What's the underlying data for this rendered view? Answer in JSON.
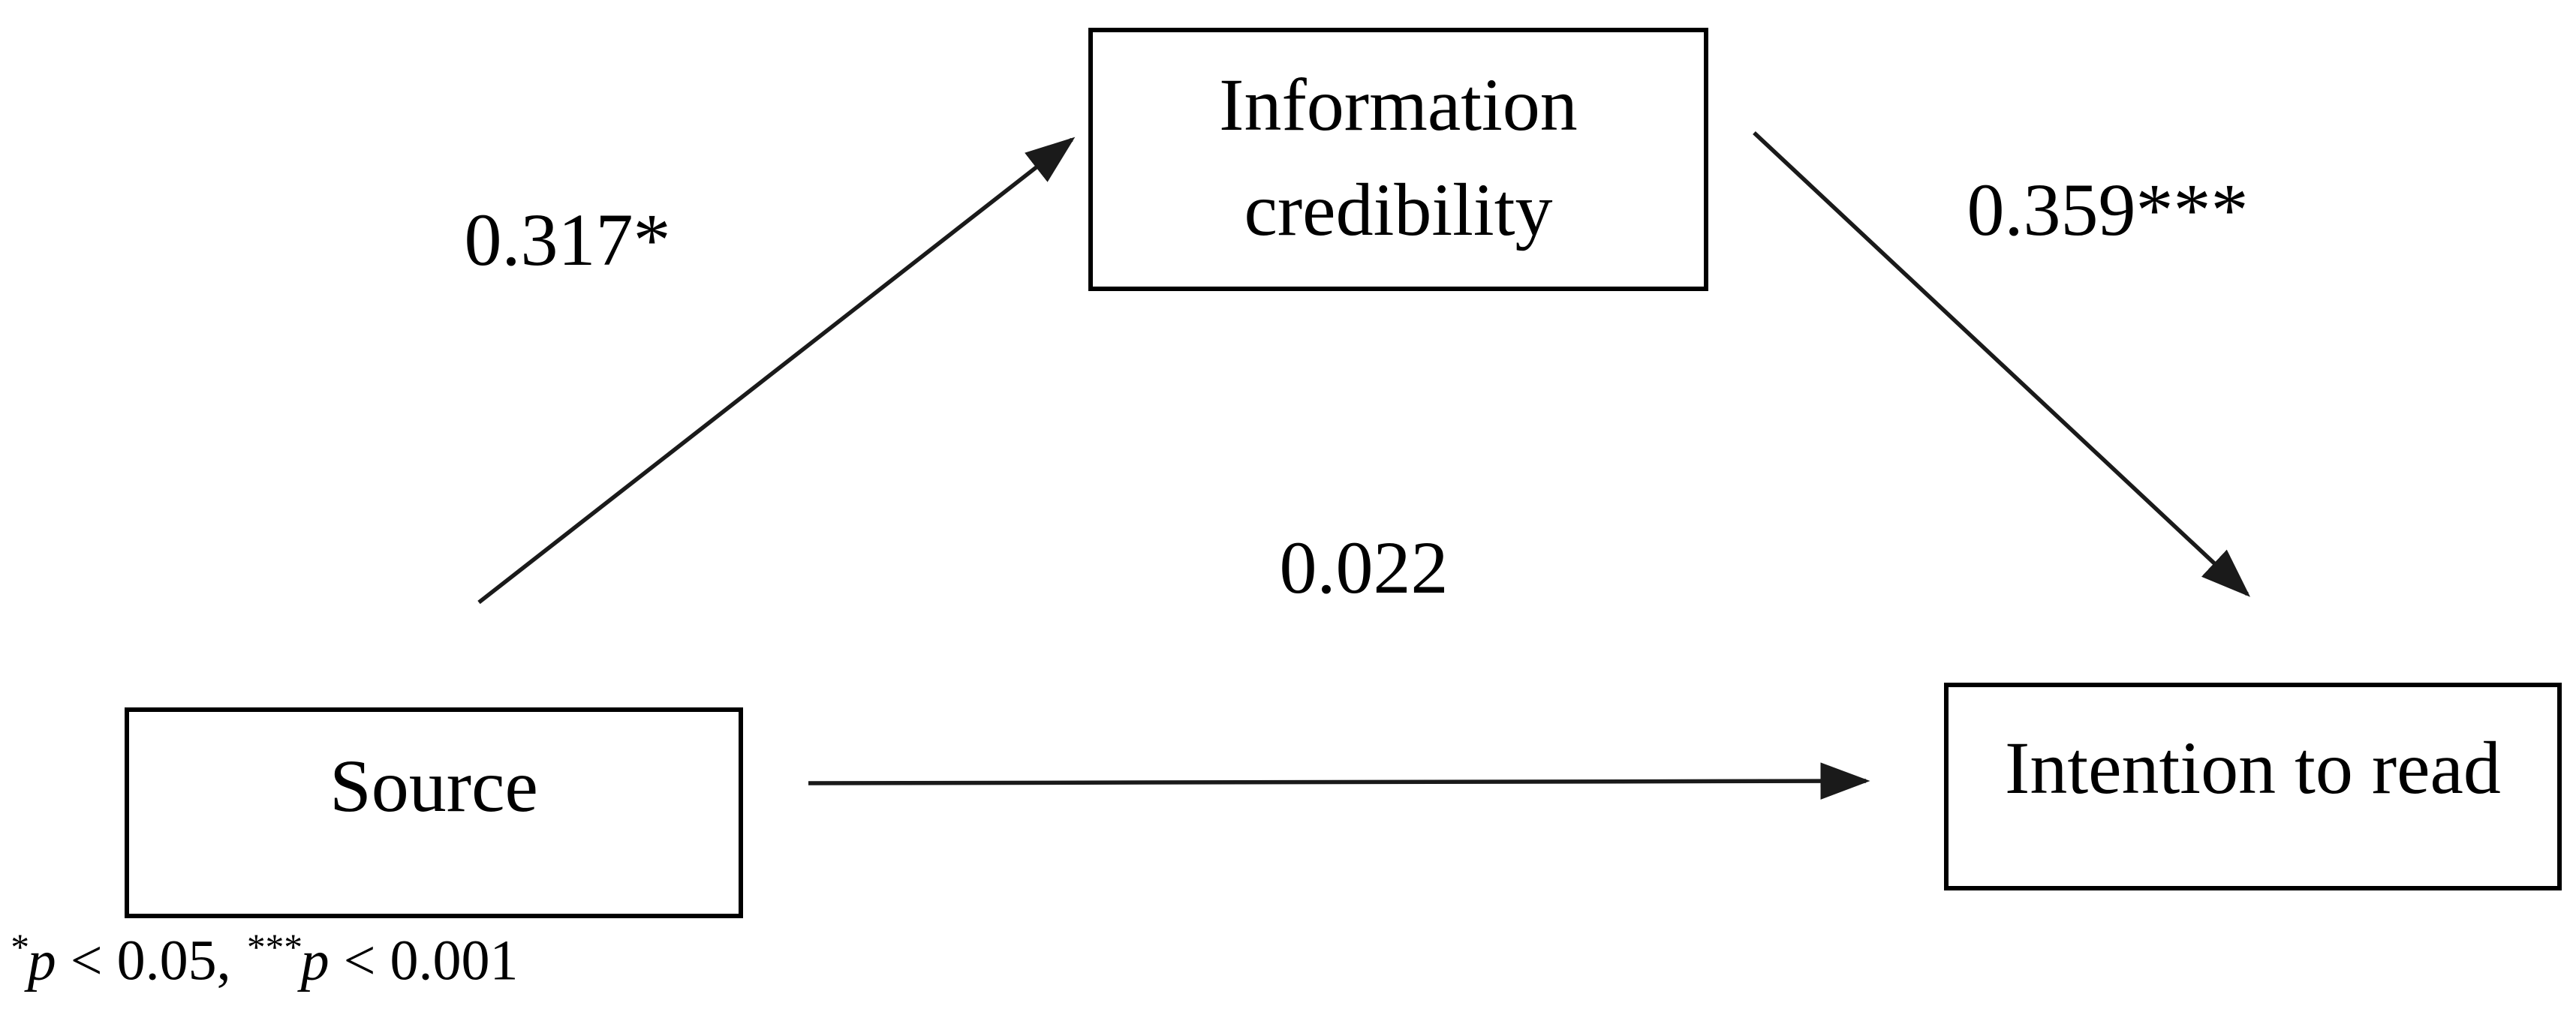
{
  "figure": {
    "type": "mediation-path-diagram",
    "background_color": "#ffffff",
    "line_color": "#1a1a1a",
    "text_color": "#000000"
  },
  "diagram": {
    "nodes": [
      {
        "id": "source",
        "label": "Source"
      },
      {
        "id": "information-credibility",
        "label": "Information credibility"
      },
      {
        "id": "intention-to-read",
        "label": "Intention to read"
      }
    ],
    "edges": [
      {
        "from": "source",
        "to": "information-credibility",
        "label": "0.317*",
        "coefficient": 0.317,
        "significance": "*"
      },
      {
        "from": "information-credibility",
        "to": "intention-to-read",
        "label": "0.359***",
        "coefficient": 0.359,
        "significance": "***"
      },
      {
        "from": "source",
        "to": "intention-to-read",
        "label": "0.022",
        "coefficient": 0.022,
        "significance": ""
      }
    ]
  },
  "footnote": {
    "sig1": {
      "stars": "*",
      "symbol": "p",
      "rest": " < 0.05, "
    },
    "sig2": {
      "stars": "***",
      "symbol": "p",
      "rest": " < 0.001"
    }
  }
}
